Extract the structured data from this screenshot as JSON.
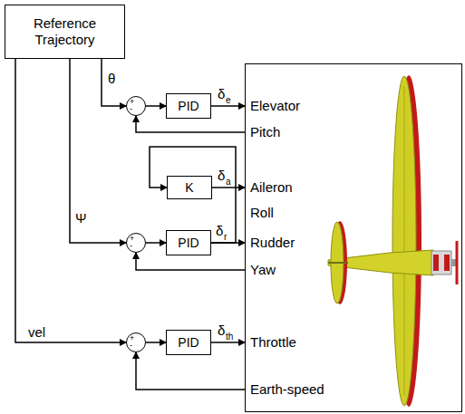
{
  "diagram": {
    "nodes": [
      {
        "text": [
          "Reference Trajectory"
        ]
      },
      {
        "text": [
          "+",
          "-"
        ]
      },
      {
        "text": [
          "PID"
        ]
      },
      {
        "text": [
          "K"
        ]
      },
      {
        "text": [
          "+",
          "-"
        ]
      },
      {
        "text": [
          "PID"
        ]
      },
      {
        "text": [
          "+",
          "-"
        ]
      },
      {
        "text": [
          "PID"
        ]
      },
      {
        "text": [
          "Elevator",
          "Pitch",
          "Aileron",
          "Roll",
          "Rudder",
          "Yaw",
          "Throttle",
          "Earth-speed"
        ]
      }
    ],
    "edges": [
      {
        "from": 0,
        "to": 1,
        "label": "θ",
        "arrow": "to"
      },
      {
        "from": 0,
        "to": 4,
        "label": "Ψ",
        "arrow": "to"
      },
      {
        "from": 0,
        "to": 6,
        "label": "vel",
        "arrow": "to"
      },
      {
        "from": 1,
        "to": 2,
        "arrow": "to"
      },
      {
        "from": 2,
        "to": 8,
        "arrow": "to"
      },
      {
        "from": 8,
        "to": 1,
        "arrow": "to"
      },
      {
        "from": 5,
        "to": 3,
        "arrow": "to"
      },
      {
        "from": 3,
        "to": 8,
        "arrow": "to"
      },
      {
        "from": 4,
        "to": 5,
        "arrow": "to"
      },
      {
        "from": 5,
        "to": 8,
        "arrow": "to"
      },
      {
        "from": 8,
        "to": 4,
        "arrow": "to"
      },
      {
        "from": 6,
        "to": 7,
        "arrow": "to"
      },
      {
        "from": 7,
        "to": 8,
        "arrow": "to"
      },
      {
        "from": 8,
        "to": 6,
        "arrow": "to"
      }
    ],
    "labels": [
      "δ",
      "e",
      "δ",
      "a",
      "δ",
      "r",
      "δ",
      "th"
    ]
  }
}
